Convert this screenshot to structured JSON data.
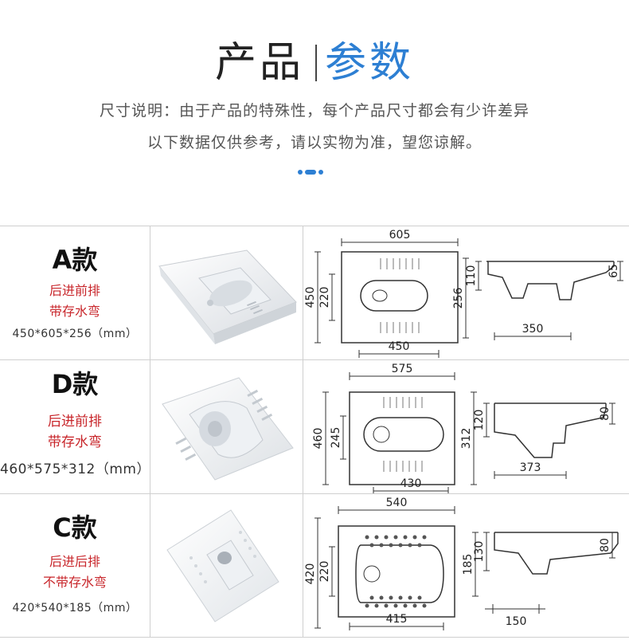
{
  "header": {
    "title_part1": "产品",
    "title_part2": "参数",
    "subtitle_line1": "尺寸说明：由于产品的特殊性，每个产品尺寸都会有少许差异",
    "subtitle_line2": "以下数据仅供参考，请以实物为准，望您谅解。",
    "accent_color": "#2d7fd3"
  },
  "products": [
    {
      "model": "A款",
      "feature1": "后进前排",
      "feature2": "带存水弯",
      "dimensions": "450*605*256（mm）",
      "drawing": {
        "top_width": "605",
        "side_height": "450",
        "inner_height": "220",
        "total_height": "256",
        "bottom_width": "450",
        "side_depth1": "110",
        "side_depth2": "65",
        "side_length": "350"
      }
    },
    {
      "model": "D款",
      "feature1": "后进前排",
      "feature2": "带存水弯",
      "dimensions": "460*575*312（mm）",
      "drawing": {
        "top_width": "575",
        "side_height": "460",
        "inner_height": "245",
        "total_height": "312",
        "bottom_width": "430",
        "side_depth1": "120",
        "side_depth2": "80",
        "side_length": "373"
      }
    },
    {
      "model": "C款",
      "feature1": "后进后排",
      "feature2": "不带存水弯",
      "dimensions": "420*540*185（mm）",
      "drawing": {
        "top_width": "540",
        "side_height": "420",
        "inner_height": "220",
        "total_height": "185",
        "bottom_width": "415",
        "side_depth1": "130",
        "side_depth2": "80",
        "side_length": "150"
      }
    }
  ]
}
